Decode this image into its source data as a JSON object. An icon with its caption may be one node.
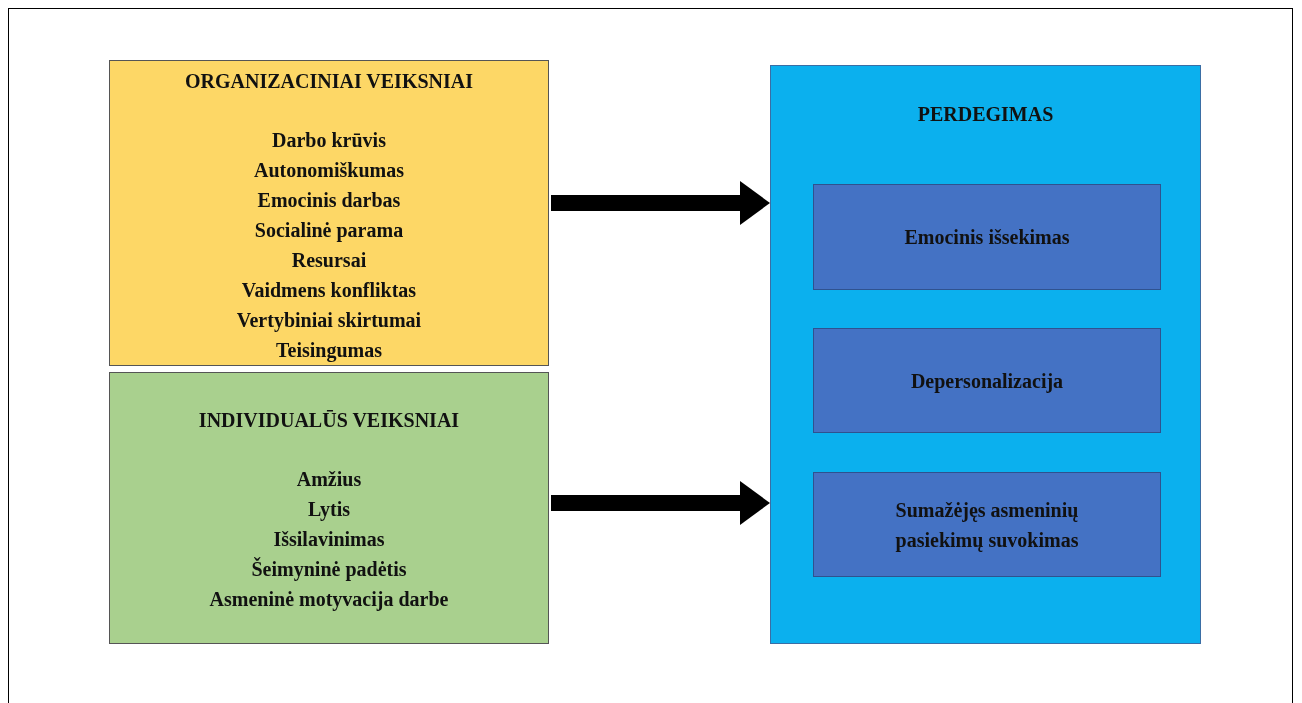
{
  "diagram": {
    "nodes": [
      {
        "text": [
          "ORGANIZACINIAI VEIKSNIAI",
          "Darbo krūvis",
          "Autonomiškumas",
          "Emocinis darbas",
          "Socialinė parama",
          "Resursai",
          "Vaidmens konfliktas",
          "Vertybiniai skirtumai",
          "Teisingumas"
        ]
      },
      {
        "text": [
          "INDIVIDUALŪS VEIKSNIAI",
          "Amžius",
          "Lytis",
          "Išsilavinimas",
          "Šeimyninė padėtis",
          "Asmeninė motyvacija darbe"
        ]
      },
      {
        "text": [
          "PERDEGIMAS"
        ]
      },
      {
        "text": [
          "Emocinis išsekimas"
        ],
        "in": 2
      },
      {
        "text": [
          "Depersonalizacija"
        ],
        "in": 2
      },
      {
        "text": [
          "Sumažėjęs asmeninių pasiekimų suvokimas"
        ],
        "in": 2
      }
    ],
    "edges": [
      {
        "from": 0,
        "to": 2,
        "arrow": "to"
      },
      {
        "from": 1,
        "to": 2,
        "arrow": "to"
      }
    ]
  }
}
